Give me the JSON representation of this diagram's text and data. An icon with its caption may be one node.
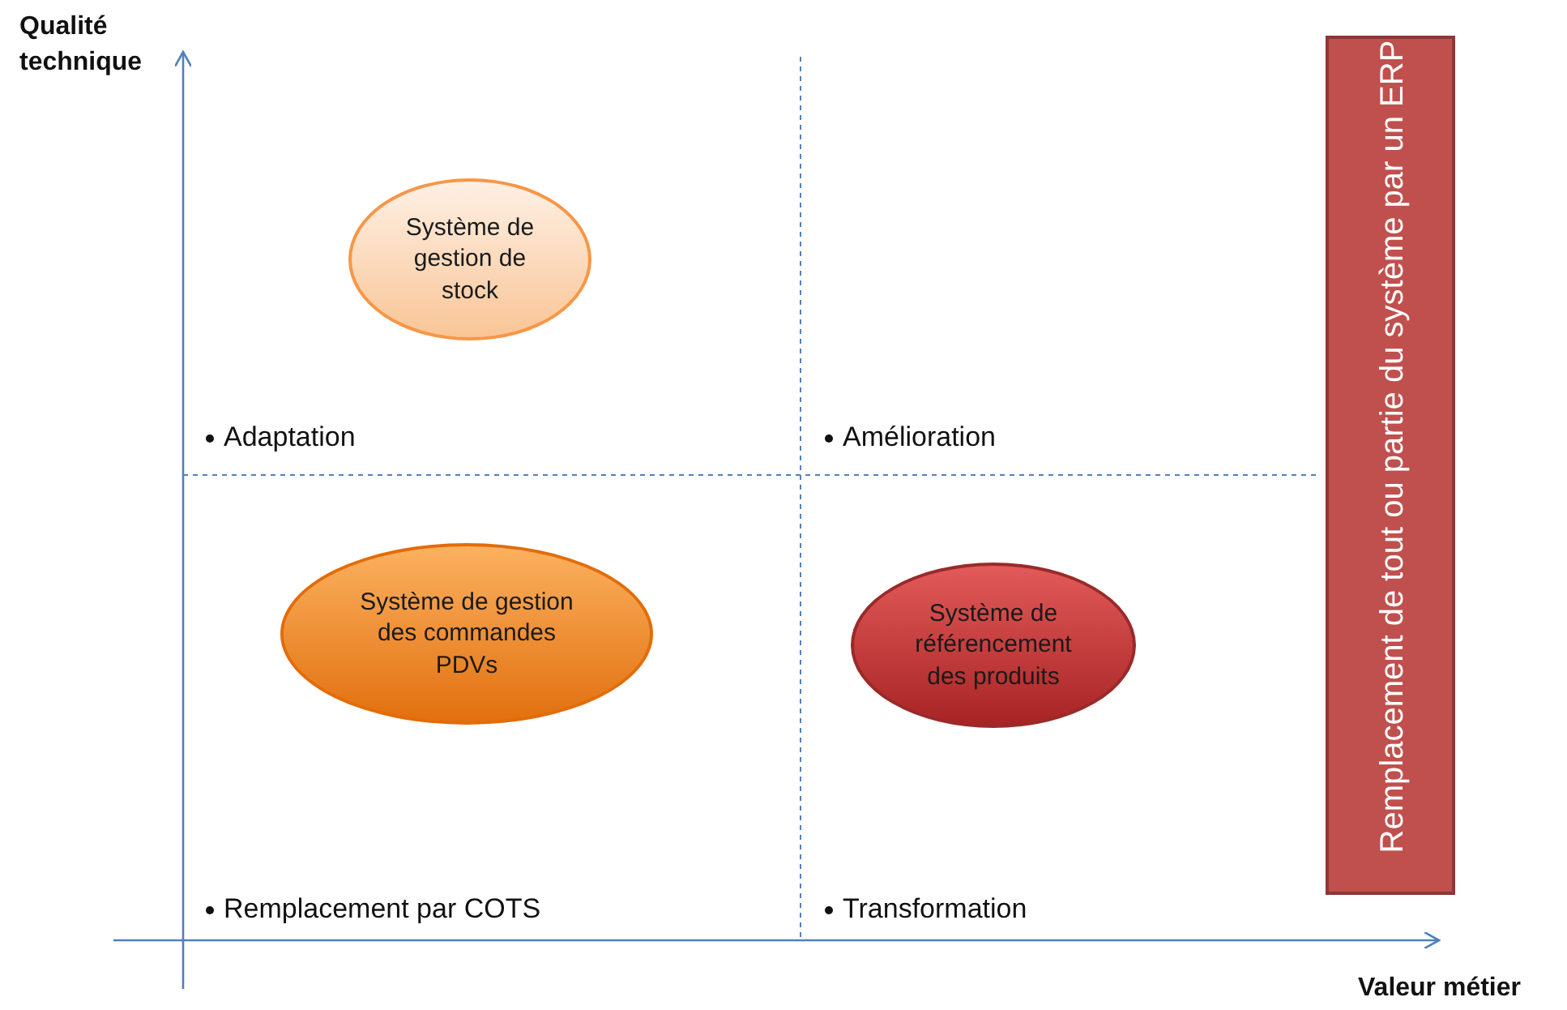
{
  "diagram": {
    "nodes": [
      {
        "text": [
          "Système de gestion de stock"
        ]
      },
      {
        "text": [
          "Système de gestion des commandes PDVs"
        ]
      },
      {
        "text": [
          "Système de référencement des produits"
        ]
      },
      {
        "text": [
          "Remplacement de tout ou partie du système par un ERP"
        ]
      }
    ],
    "labels": [
      "Qualité technique",
      "Adaptation",
      "Amélioration",
      "Remplacement par COTS",
      "Transformation",
      "Valeur métier"
    ]
  }
}
